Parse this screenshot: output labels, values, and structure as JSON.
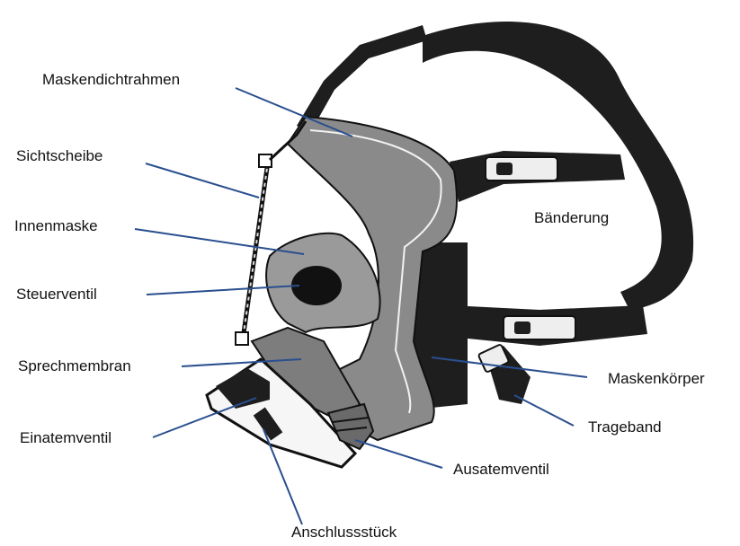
{
  "labels": {
    "maskendichtrahmen": "Maskendichtrahmen",
    "sichtscheibe": "Sichtscheibe",
    "innenmaske": "Innenmaske",
    "steuerventil": "Steuerventil",
    "sprechmembran": "Sprechmembran",
    "einatemventil": "Einatemventil",
    "anschlussstueck": "Anschlussstück",
    "baenderung": "Bänderung",
    "maskenkoerper": "Maskenkörper",
    "trageband": "Trageband",
    "ausatemventil": "Ausatemventil"
  },
  "colors": {
    "leader_line": "#2a4f8f",
    "mask_gray": "#8a8a8a",
    "mask_dark": "#1e1e1e",
    "outline": "#111111"
  }
}
